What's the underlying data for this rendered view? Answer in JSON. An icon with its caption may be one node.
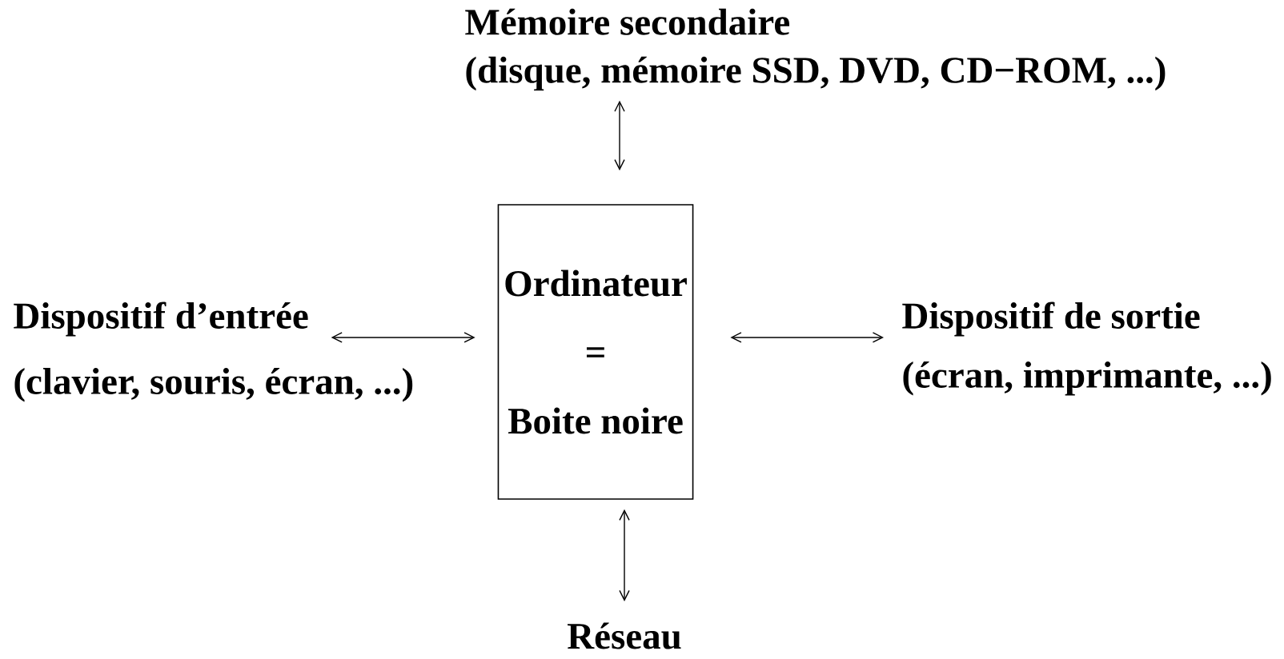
{
  "diagram": {
    "nodes": [
      {
        "text": [
          "Ordinateur",
          "=",
          "Boite noire"
        ]
      },
      {
        "text": [
          "Mémoire secondaire",
          "(disque, mémoire SSD, DVD, CD−ROM, ...)"
        ]
      },
      {
        "text": [
          "Dispositif d’entrée",
          "(clavier, souris, écran, ...)"
        ]
      },
      {
        "text": [
          "Dispositif de sortie",
          "(écran, imprimante, ...)"
        ]
      },
      {
        "text": [
          "Réseau"
        ]
      }
    ],
    "edges": [
      {
        "from": 1,
        "to": 0,
        "arrow": "both"
      },
      {
        "from": 2,
        "to": 0,
        "arrow": "both"
      },
      {
        "from": 0,
        "to": 3,
        "arrow": "both"
      },
      {
        "from": 0,
        "to": 4,
        "arrow": "both"
      }
    ]
  }
}
